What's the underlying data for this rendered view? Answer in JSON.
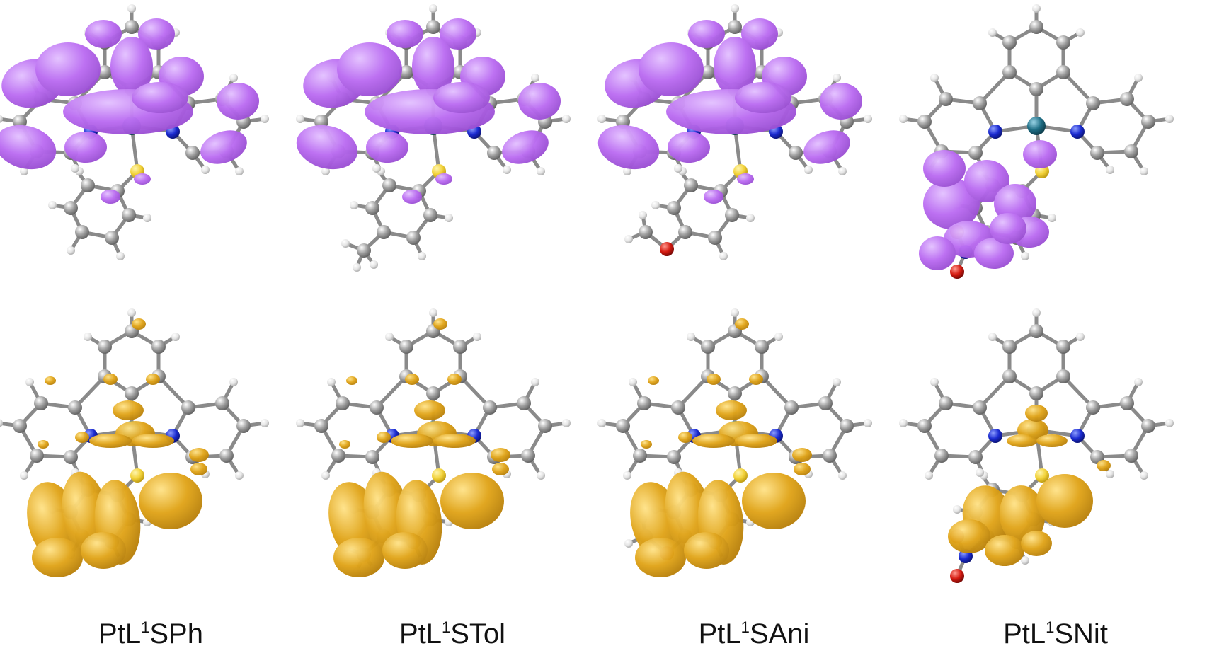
{
  "molecules": [
    {
      "prefix": "PtL",
      "superscript": "1",
      "suffix": "SPh"
    },
    {
      "prefix": "PtL",
      "superscript": "1",
      "suffix": "STol"
    },
    {
      "prefix": "PtL",
      "superscript": "1",
      "suffix": "SAni"
    },
    {
      "prefix": "PtL",
      "superscript": "1",
      "suffix": "SNit"
    }
  ],
  "colors": {
    "top_orbital": "#bb6df2",
    "top_orbital_dark": "#9a4fd2",
    "bottom_orbital": "#e1a51a",
    "bottom_orbital_dark": "#b7800c",
    "carbon": "#9c9c9c",
    "hydrogen": "#e6e6e6",
    "nitrogen": "#1a2ad0",
    "platinum": "#1f6f86",
    "sulfur": "#f2d23a",
    "oxygen": "#d41a10",
    "bond": "#8a8a8a"
  },
  "substituents": [
    "none",
    "methyl",
    "methoxy",
    "nitro"
  ]
}
